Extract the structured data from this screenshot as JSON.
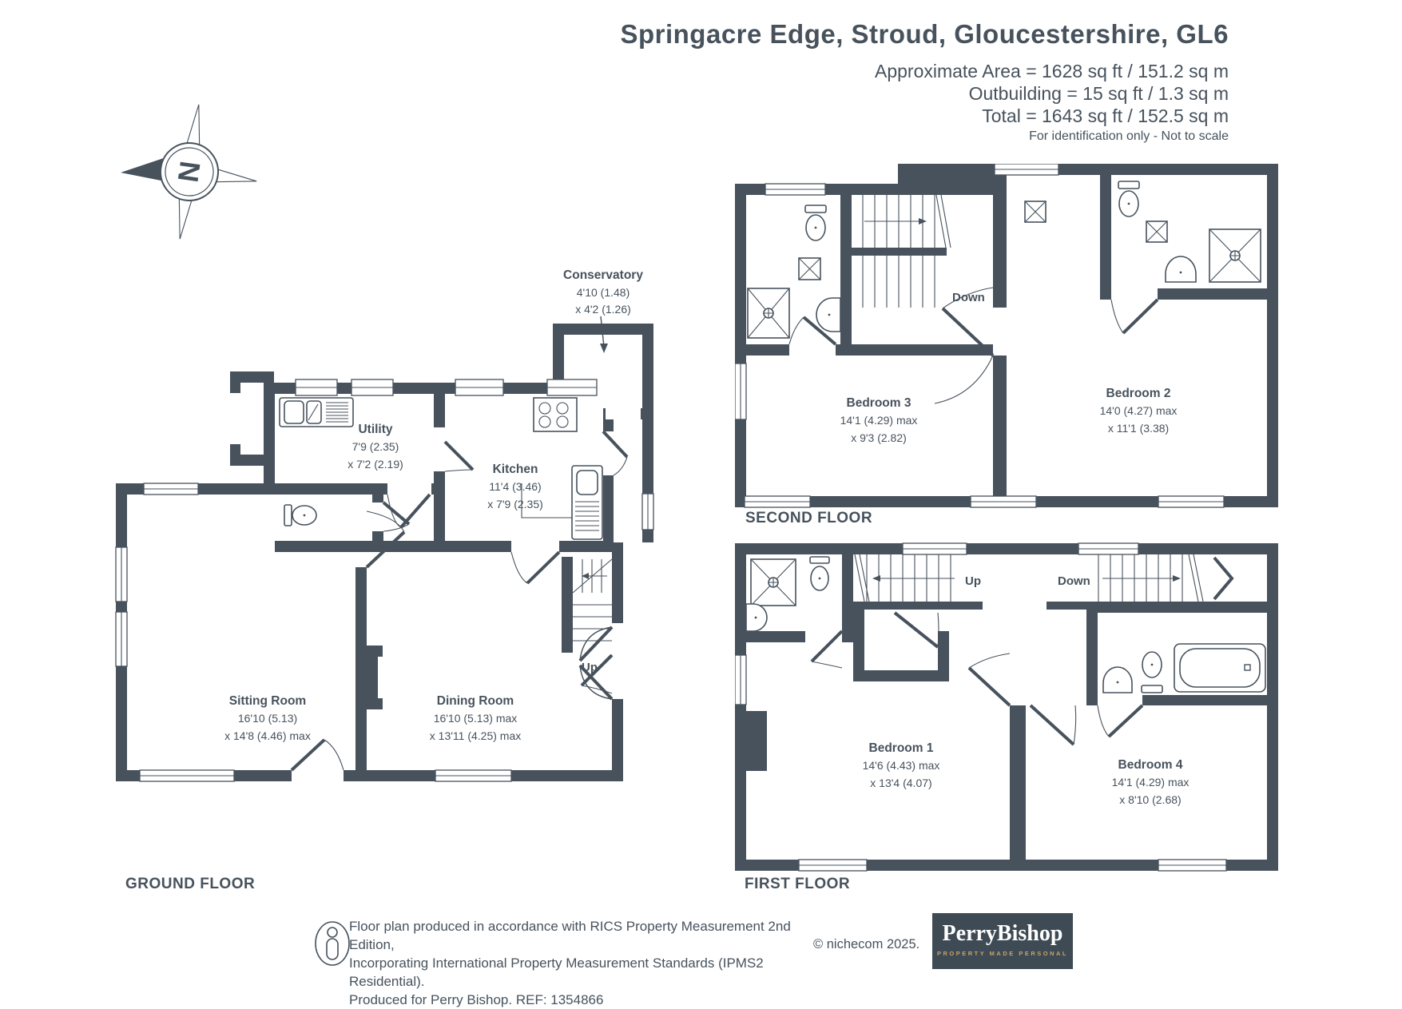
{
  "header": {
    "title": "Springacre Edge, Stroud, Gloucestershire, GL6",
    "area_line1": "Approximate Area = 1628 sq ft / 151.2 sq m",
    "area_line2": "Outbuilding = 15 sq ft / 1.3 sq m",
    "area_line3": "Total = 1643 sq ft / 152.5 sq m",
    "disclaimer": "For identification only - Not to scale"
  },
  "compass": {
    "north": "N"
  },
  "floors": {
    "ground": {
      "label": "GROUND FLOOR",
      "sitting": {
        "name": "Sitting Room",
        "dim1": "16'10 (5.13)",
        "dim2": "x 14'8 (4.46) max"
      },
      "dining": {
        "name": "Dining Room",
        "dim1": "16'10 (5.13) max",
        "dim2": "x 13'11 (4.25) max"
      },
      "kitchen": {
        "name": "Kitchen",
        "dim1": "11'4 (3.46)",
        "dim2": "x 7'9 (2.35)"
      },
      "utility": {
        "name": "Utility",
        "dim1": "7'9 (2.35)",
        "dim2": "x 7'2 (2.19)"
      },
      "conservatory": {
        "name": "Conservatory",
        "dim1": "4'10 (1.48)",
        "dim2": "x 4'2 (1.26)"
      },
      "stairs_up": "Up"
    },
    "first": {
      "label": "FIRST FLOOR",
      "bedroom1": {
        "name": "Bedroom 1",
        "dim1": "14'6 (4.43) max",
        "dim2": "x 13'4 (4.07)"
      },
      "bedroom4": {
        "name": "Bedroom 4",
        "dim1": "14'1 (4.29) max",
        "dim2": "x 8'10 (2.68)"
      },
      "stairs_up": "Up",
      "stairs_down": "Down"
    },
    "second": {
      "label": "SECOND FLOOR",
      "bedroom3": {
        "name": "Bedroom 3",
        "dim1": "14'1 (4.29) max",
        "dim2": "x 9'3 (2.82)"
      },
      "bedroom2": {
        "name": "Bedroom 2",
        "dim1": "14'0 (4.27) max",
        "dim2": "x 11'1 (3.38)"
      },
      "stairs_down": "Down"
    }
  },
  "footer": {
    "line1": "Floor plan produced in accordance with RICS Property Measurement 2nd Edition,",
    "line2": "Incorporating International Property Measurement Standards (IPMS2 Residential).",
    "line3": "Produced for Perry Bishop.   REF: 1354866",
    "copyright": "© nichecom 2025.",
    "logo_title": "PerryBishop",
    "logo_subtitle": "PROPERTY MADE PERSONAL"
  },
  "colors": {
    "wall": "#47525D",
    "logo_bg": "#3E4A54",
    "logo_gold": "#C8A468"
  }
}
